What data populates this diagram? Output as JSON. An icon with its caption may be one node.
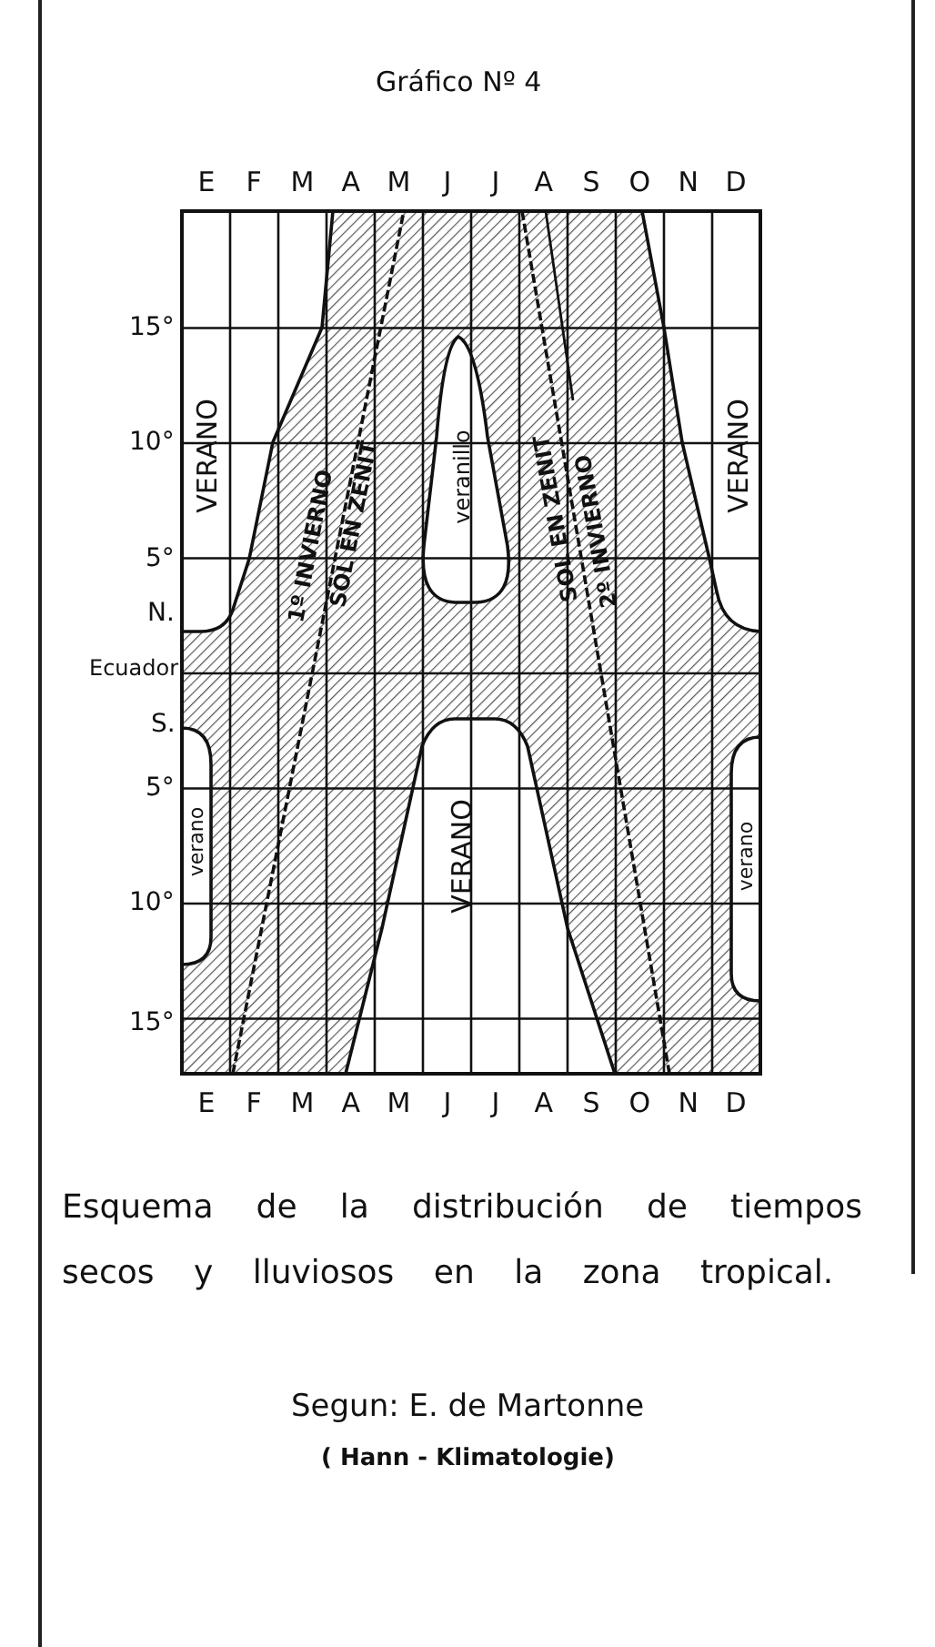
{
  "diagram": {
    "title": "Gráfico Nº 4",
    "caption": "Esquema de la distribución de tiempos secos y lluviosos en la zona tropical.",
    "nodes": [
      {
        "text": [
          "VERANO"
        ]
      },
      {
        "text": [
          "VERANO"
        ]
      },
      {
        "text": [
          "veranillo"
        ]
      },
      {
        "text": [
          "VERANO"
        ]
      },
      {
        "text": [
          "verano"
        ]
      },
      {
        "text": [
          "verano"
        ]
      }
    ],
    "labels": [
      "E",
      "F",
      "M",
      "A",
      "M",
      "J",
      "J",
      "A",
      "S",
      "O",
      "N",
      "D",
      "15°",
      "10°",
      "5°",
      "N.",
      "Ecuador",
      "S.",
      "5°",
      "10°",
      "15°",
      "1º INVIERNO",
      "SOL EN ZENIT",
      "SOL EN ZENIT",
      "2º INVIERNO",
      "E",
      "F",
      "M",
      "A",
      "M",
      "J",
      "J",
      "A",
      "S",
      "O",
      "N",
      "D",
      "Segun: E. de Martonne",
      "( Hann - Klimatologie)"
    ]
  }
}
